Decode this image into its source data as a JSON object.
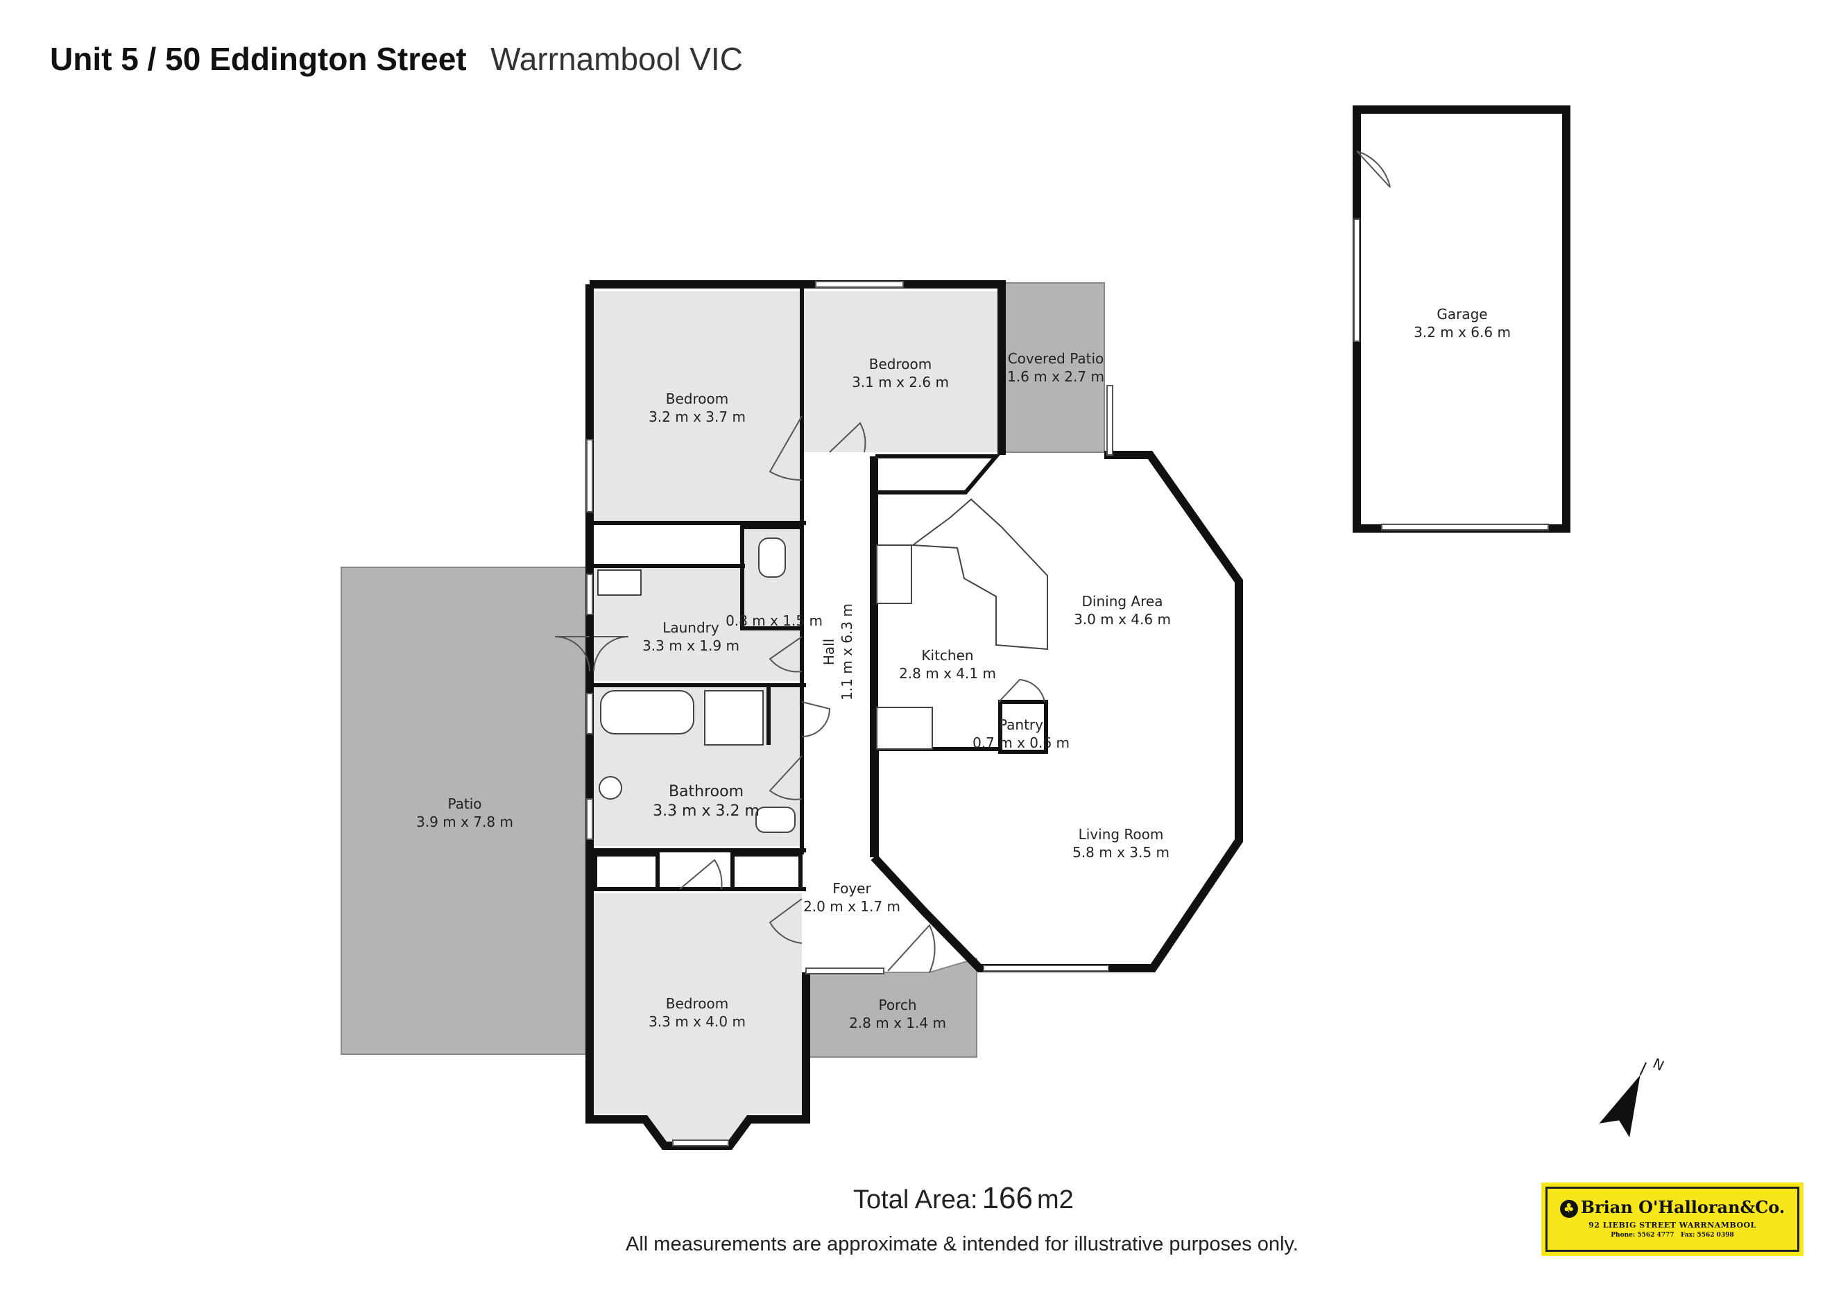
{
  "title": {
    "address": "Unit 5 / 50 Eddington Street",
    "location": "Warrnambool VIC"
  },
  "rooms": [
    {
      "name": "Bedroom",
      "dims": "3.2 m x 3.7 m"
    },
    {
      "name": "Bedroom",
      "dims": "3.1 m x 2.6 m"
    },
    {
      "name": "Covered Patio",
      "dims": "1.6 m x 2.7 m"
    },
    {
      "name": "Garage",
      "dims": "3.2 m x 6.6 m"
    },
    {
      "name": "Laundry",
      "dims": "3.3 m x 1.9 m"
    },
    {
      "name": "",
      "dims": "0.8 m x 1.5 m"
    },
    {
      "name": "Hall",
      "dims": "1.1 m x 6.3 m"
    },
    {
      "name": "Dining Area",
      "dims": "3.0 m x 4.6 m"
    },
    {
      "name": "Kitchen",
      "dims": "2.8 m x 4.1 m"
    },
    {
      "name": "Pantry",
      "dims": "0.7 m x 0.6 m"
    },
    {
      "name": "Patio",
      "dims": "3.9 m x 7.8 m"
    },
    {
      "name": "Bathroom",
      "dims": "3.3 m x 3.2 m"
    },
    {
      "name": "Living Room",
      "dims": "5.8 m x 3.5 m"
    },
    {
      "name": "Foyer",
      "dims": "2.0 m x 1.7 m"
    },
    {
      "name": "Bedroom",
      "dims": "3.3 m x 4.0 m"
    },
    {
      "name": "Porch",
      "dims": "2.8 m x 1.4 m"
    }
  ],
  "compass": {
    "label": "N"
  },
  "footer": {
    "total_area_label": "Total Area:",
    "total_area_value": "166",
    "total_area_unit": "m2",
    "disclaimer": "All measurements are approximate & intended for illustrative purposes only."
  },
  "agency": {
    "name": "Brian O'Halloran&Co.",
    "address": "92 LIEBIG STREET WARRNAMBOOL",
    "phone": "Phone: 5562 4777",
    "fax": "Fax: 5562 0398"
  },
  "colors": {
    "wall": "#111111",
    "room_fill": "#e6e6e6",
    "outdoor_fill": "#b4b4b4",
    "agency_bg": "#f7e61a"
  }
}
